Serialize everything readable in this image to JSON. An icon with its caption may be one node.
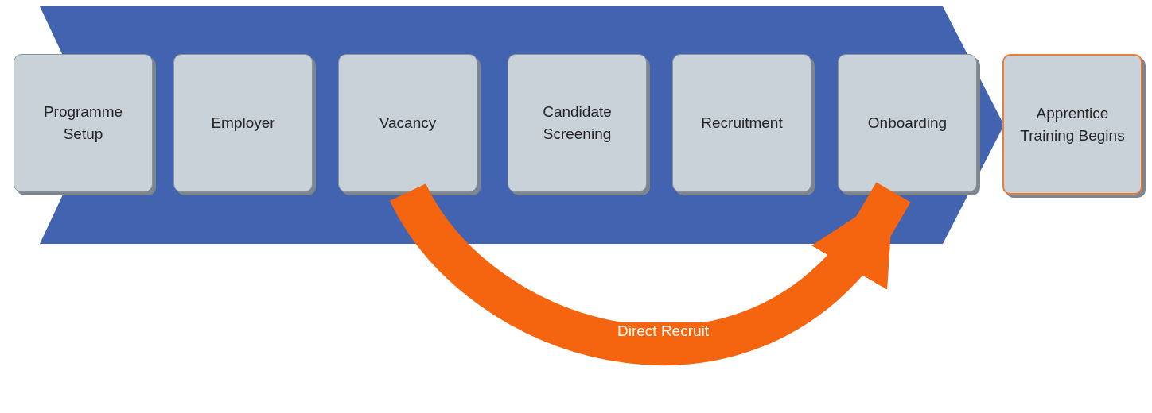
{
  "diagram": {
    "nodes": [
      {
        "text": [],
        "shape": "band"
      },
      {
        "text": [
          "Programme Setup"
        ]
      },
      {
        "text": [
          "Employer"
        ],
        "in": 0
      },
      {
        "text": [
          "Vacancy"
        ],
        "in": 0
      },
      {
        "text": [
          "Candidate Screening"
        ],
        "in": 0
      },
      {
        "text": [
          "Recruitment"
        ],
        "in": 0
      },
      {
        "text": [
          "Onboarding"
        ],
        "in": 0
      },
      {
        "text": [
          "Apprentice Training Begins"
        ]
      }
    ],
    "edges": [
      {
        "from": 3,
        "to": 6,
        "arrow": "to",
        "label": "Direct Recruit",
        "color": "#f5650f"
      }
    ]
  }
}
